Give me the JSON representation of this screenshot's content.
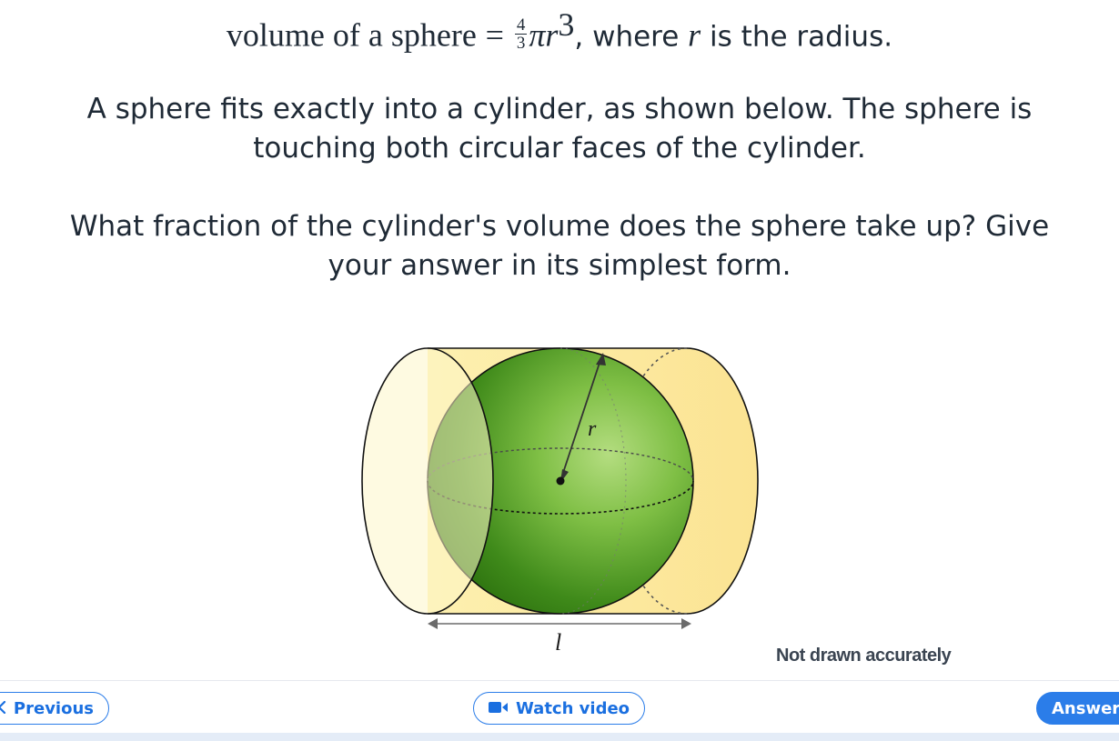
{
  "formula": {
    "lhs": "volume of a sphere",
    "equals": "=",
    "fraction_numerator": "4",
    "fraction_denominator": "3",
    "pi_r": "πr",
    "exponent": "3",
    "where_text": ", where ",
    "r_symbol": "r",
    "radius_text": " is the radius."
  },
  "question": {
    "paragraph_1": "A sphere fits exactly into a cylinder, as shown below. The sphere is touching both circular faces of the cylinder.",
    "paragraph_2": "What fraction of the cylinder's volume does the sphere take up? Give your answer in its simplest form."
  },
  "figure": {
    "radius_label": "r",
    "length_label": "l",
    "note": "Not drawn accurately",
    "colors": {
      "cylinder_fill": "#fdf3bf",
      "cylinder_edge": "#111111",
      "sphere_light": "#a9d870",
      "sphere_dark": "#2a6e0d"
    }
  },
  "footer": {
    "previous_label": "Previous",
    "previous_icon": "chevron-left-icon",
    "watch_video_label": "Watch video",
    "watch_video_icon": "video-camera-icon",
    "answer_label": "Answer"
  },
  "colors": {
    "accent": "#2b7de9",
    "text": "#1f2a36"
  }
}
